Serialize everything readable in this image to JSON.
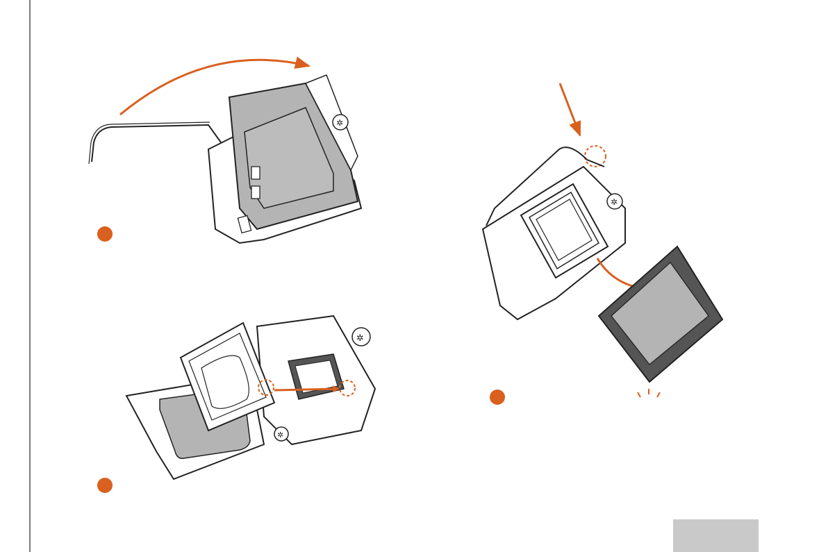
{
  "colors": {
    "accent": "#d9601e",
    "line": "#222222",
    "shade": "#b4b4b4",
    "rule": "#7a7a7a",
    "page_tab": "#c9c9c9"
  },
  "steps": [
    {
      "icon": "step-marker-dot"
    },
    {
      "icon": "step-marker-dot"
    },
    {
      "icon": "step-marker-dot"
    }
  ]
}
